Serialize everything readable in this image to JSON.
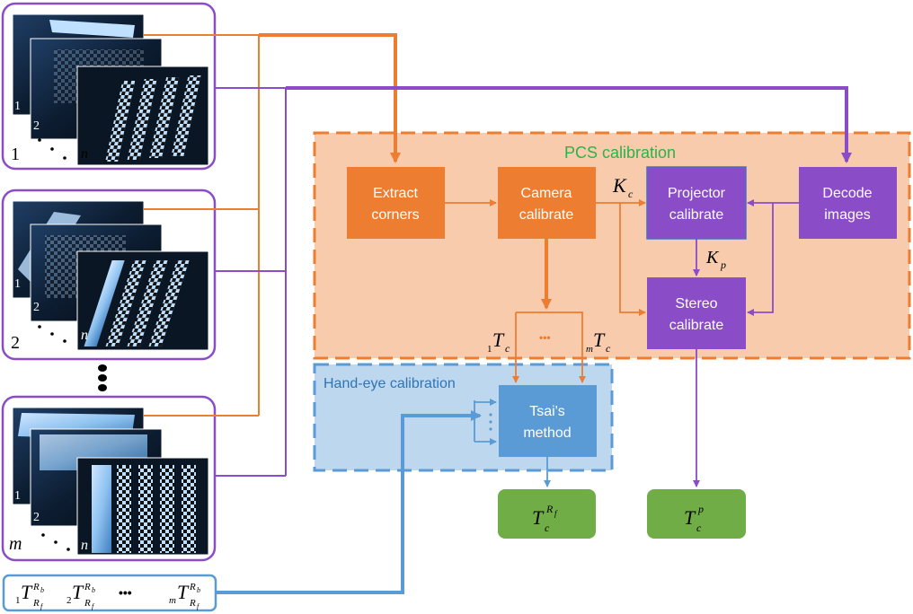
{
  "colors": {
    "orange": "#ED7D31",
    "purple": "#8B4CC7",
    "blue": "#5B9BD5",
    "green": "#70AD47",
    "pcs_fill": "#F8CBAD",
    "handeye_fill": "#BDD7EE",
    "pcs_title": "#2DB24A"
  },
  "regions": {
    "pcs_title": "PCS calibration",
    "handeye_title": "Hand-eye calibration"
  },
  "boxes": {
    "extract": [
      "Extract",
      "corners"
    ],
    "camera": [
      "Camera",
      "calibrate"
    ],
    "projector": [
      "Projector",
      "calibrate"
    ],
    "decode": [
      "Decode",
      "images"
    ],
    "stereo": [
      "Stereo",
      "calibrate"
    ],
    "tsai": [
      "Tsai's",
      "method"
    ]
  },
  "math": {
    "kc_main": "K",
    "kc_sub": "c",
    "kp_main": "K",
    "kp_sub": "p",
    "t_main": "T",
    "t_sub": "c",
    "t1_pre": "1",
    "tm_pre": "m",
    "ellipsis": "•••",
    "out_rf_sup": "R",
    "out_rf_supsub": "f",
    "out_p_sup": "p",
    "rb_sup": "R",
    "rb_supsub": "b",
    "rf_sub": "R",
    "rf_subsub": "f",
    "pose_pre": [
      "1",
      "2",
      "m"
    ],
    "pose_dots": "•••"
  },
  "stacks": [
    {
      "labels": [
        "1",
        "2",
        "n"
      ],
      "count": "1"
    },
    {
      "labels": [
        "1",
        "2",
        "n"
      ],
      "count": "2"
    },
    {
      "labels": [
        "1",
        "2",
        "n"
      ],
      "count": "m"
    }
  ]
}
